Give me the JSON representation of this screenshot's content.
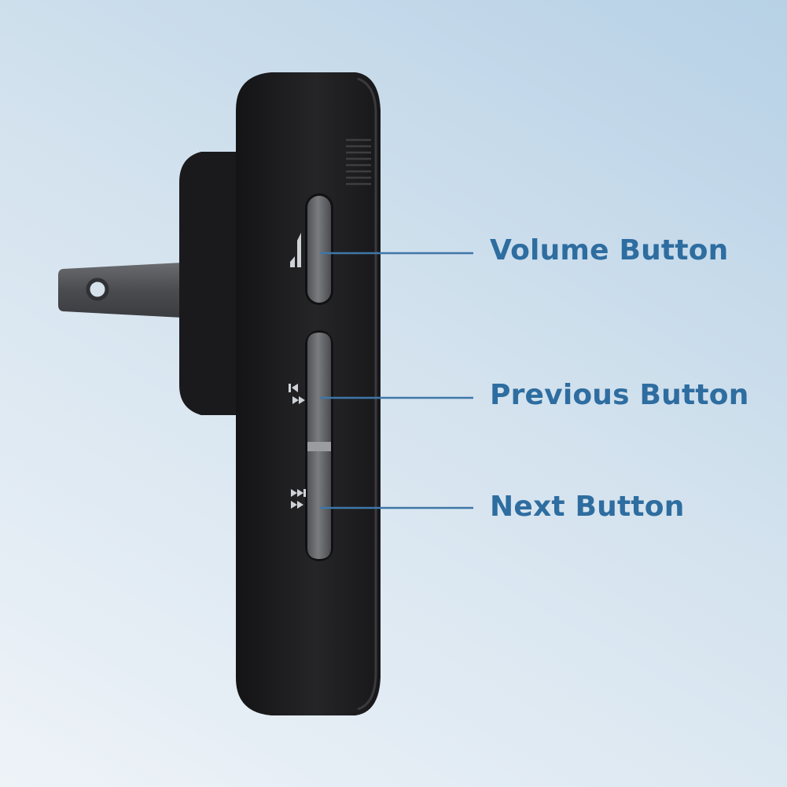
{
  "callouts": {
    "volume": "Volume Button",
    "previous": "Previous Button",
    "next": "Next Button"
  },
  "colors": {
    "label": "#2e6da0",
    "leader_line": "#3f77a8",
    "device_body": "#1e1e20",
    "button": "#66686b",
    "prong": "#4d4f52"
  },
  "icons": [
    "volume-icon",
    "previous-track-icon",
    "next-track-icon"
  ]
}
